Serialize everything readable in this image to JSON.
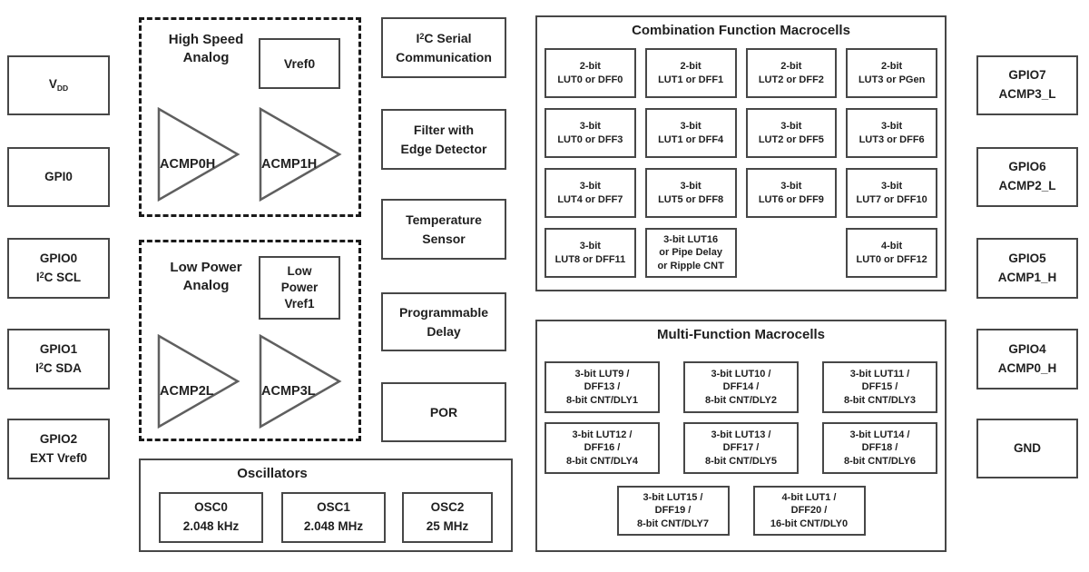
{
  "colors": {
    "background": "#ffffff",
    "text": "#1f1f1f",
    "box_border": "#474747",
    "dashed_border": "#1a1a1a",
    "triangle_stroke": "#5f5f5f"
  },
  "left_pins": {
    "vdd": {
      "pre": "V",
      "sub": "DD"
    },
    "gpi0": "GPI0",
    "gpio0": {
      "line1": "GPIO0",
      "i2c_pre": "I",
      "i2c_sup": "2",
      "i2c_post": "C SCL"
    },
    "gpio1": {
      "line1": "GPIO1",
      "i2c_pre": "I",
      "i2c_sup": "2",
      "i2c_post": "C SDA"
    },
    "gpio2": "GPIO2\nEXT Vref0"
  },
  "high_speed_analog": {
    "title": "High Speed\nAnalog",
    "vref0": "Vref0",
    "acmp0": "ACMP0H",
    "acmp1": "ACMP1H"
  },
  "low_power_analog": {
    "title": "Low Power\nAnalog",
    "vref1": "Low\nPower\nVref1",
    "acmp2": "ACMP2L",
    "acmp3": "ACMP3L"
  },
  "oscillators": {
    "title": "Oscillators",
    "osc0": "OSC0\n2.048 kHz",
    "osc1": "OSC1\n2.048 MHz",
    "osc2": "OSC2\n25 MHz"
  },
  "middle_blocks": {
    "i2c": {
      "pre": "I",
      "sup": "2",
      "post": "C Serial",
      "line2": "Communication"
    },
    "filter": "Filter with\nEdge Detector",
    "temperature": "Temperature\nSensor",
    "delay": "Programmable\nDelay",
    "por": "POR"
  },
  "combination": {
    "title": "Combination Function Macrocells",
    "cells": [
      "2-bit\nLUT0 or DFF0",
      "2-bit\nLUT1 or DFF1",
      "2-bit\nLUT2 or DFF2",
      "2-bit\nLUT3 or PGen",
      "3-bit\nLUT0 or DFF3",
      "3-bit\nLUT1 or DFF4",
      "3-bit\nLUT2 or DFF5",
      "3-bit\nLUT3 or DFF6",
      "3-bit\nLUT4 or DFF7",
      "3-bit\nLUT5 or DFF8",
      "3-bit\nLUT6 or DFF9",
      "3-bit\nLUT7 or DFF10",
      "3-bit\nLUT8 or DFF11",
      "3-bit LUT16\nor Pipe Delay\nor Ripple CNT",
      "4-bit\nLUT0 or DFF12"
    ]
  },
  "multifunction": {
    "title": "Multi-Function Macrocells",
    "cells": [
      "3-bit LUT9 /\nDFF13 /\n8-bit CNT/DLY1",
      "3-bit LUT10 /\nDFF14 /\n8-bit CNT/DLY2",
      "3-bit LUT11 /\nDFF15 /\n8-bit CNT/DLY3",
      "3-bit LUT12 /\nDFF16 /\n8-bit CNT/DLY4",
      "3-bit LUT13 /\nDFF17 /\n8-bit CNT/DLY5",
      "3-bit LUT14 /\nDFF18 /\n8-bit CNT/DLY6"
    ],
    "bottom_cells": [
      "3-bit LUT15 /\nDFF19 /\n8-bit CNT/DLY7",
      "4-bit LUT1 /\nDFF20 /\n16-bit CNT/DLY0"
    ]
  },
  "right_pins": [
    "GPIO7\nACMP3_L",
    "GPIO6\nACMP2_L",
    "GPIO5\nACMP1_H",
    "GPIO4\nACMP0_H",
    "GND"
  ]
}
